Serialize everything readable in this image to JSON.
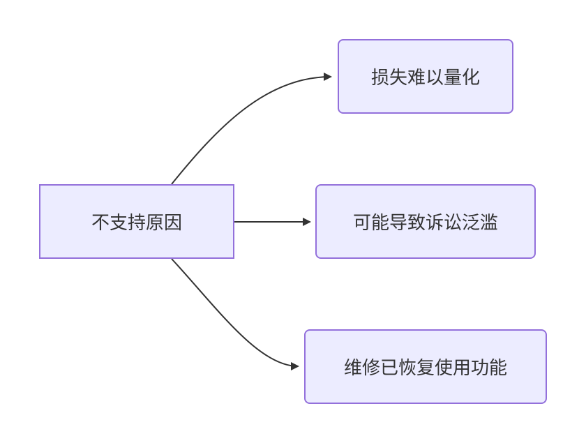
{
  "colors": {
    "node_fill": "#ececff",
    "node_border": "#9370db",
    "edge": "#333333",
    "text": "#333333"
  },
  "nodes": {
    "root": {
      "label": "不支持原因"
    },
    "top": {
      "label": "损失难以量化"
    },
    "middle": {
      "label": "可能导致诉讼泛滥"
    },
    "bottom": {
      "label": "维修已恢复使用功能"
    }
  }
}
